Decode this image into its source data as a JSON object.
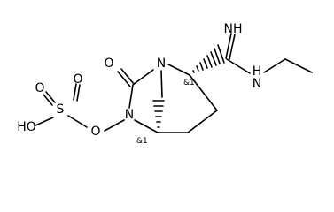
{
  "atoms": {
    "O_carbonyl": "O",
    "N_bridgehead": "N",
    "N_amide": "N",
    "O_link": "O",
    "S": "S",
    "O_top": "O",
    "O_left": "O",
    "HO": "HO",
    "NH_imine": "NH",
    "H_amine": "H",
    "N_amine": "N"
  },
  "stereo_labels": {
    "c2": "&1",
    "c5": "&1"
  }
}
